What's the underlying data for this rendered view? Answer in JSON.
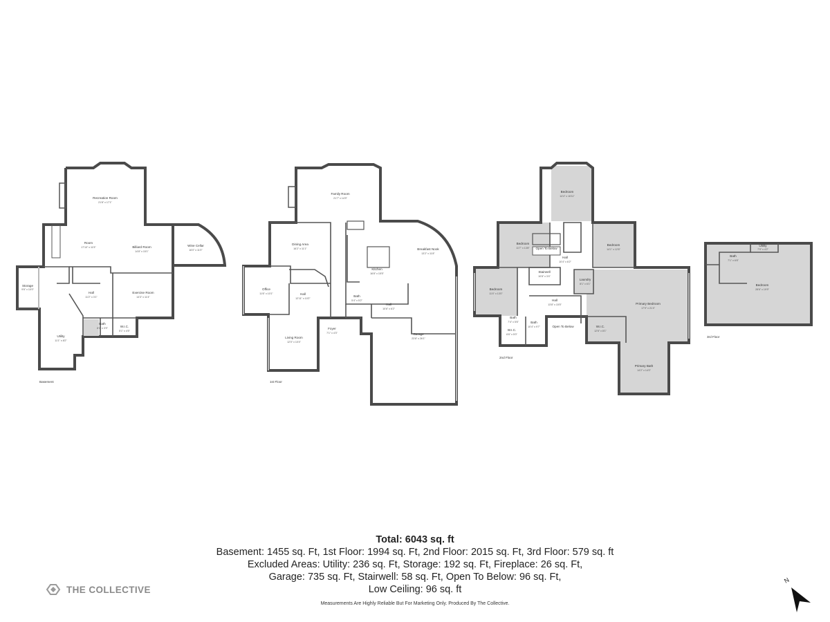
{
  "floors": [
    {
      "label": "Basement",
      "rooms": [
        {
          "name": "Recreation Room",
          "dims": "21'8\" x 17'1\""
        },
        {
          "name": "Room",
          "dims": "17'10\" x 11'5\""
        },
        {
          "name": "Billiard Room",
          "dims": "14'8\" x 15'1\""
        },
        {
          "name": "Wine Cellar",
          "dims": "16'0\" x 11'0\""
        },
        {
          "name": "Storage",
          "dims": "9'6\" x 10'0\""
        },
        {
          "name": "Hall",
          "dims": "11'2\" x 3'1\""
        },
        {
          "name": "Exercise Room",
          "dims": "14'3\" x 11'4\""
        },
        {
          "name": "Utility",
          "dims": "11'1\" x 8'2\""
        },
        {
          "name": "Bath",
          "dims": "8'1\" x 3'9\""
        },
        {
          "name": "W.I.C.",
          "dims": "5'1\" x 4'5\""
        }
      ]
    },
    {
      "label": "1st Floor",
      "rooms": [
        {
          "name": "Family Room",
          "dims": "21'7\" x 14'9\""
        },
        {
          "name": "Dining Area",
          "dims": "16'2\" x 11'1\""
        },
        {
          "name": "Breakfast Nook",
          "dims": "13'2\" x 11'8\""
        },
        {
          "name": "Kitchen",
          "dims": "16'8\" x 15'5\""
        },
        {
          "name": "Office",
          "dims": "11'6\" x 10'1\""
        },
        {
          "name": "Hall",
          "dims": "12'11\" x 10'2\""
        },
        {
          "name": "Living Room",
          "dims": "12'0\" x 10'4\""
        },
        {
          "name": "Foyer",
          "dims": "7'1\" x 4'3\""
        },
        {
          "name": "Garage",
          "dims": "23'8\" x 26'1\""
        },
        {
          "name": "Bath",
          "dims": "5'4\" x 5'2\""
        },
        {
          "name": "Hall",
          "dims": "10'6\" x 6'2\""
        }
      ]
    },
    {
      "label": "2nd Floor",
      "rooms": [
        {
          "name": "Bedroom",
          "dims": "14'4\" x 16'11\""
        },
        {
          "name": "Bedroom",
          "dims": "11'7\" x 13'8\""
        },
        {
          "name": "Bedroom",
          "dims": "14'1\" x 12'6\""
        },
        {
          "name": "Bedroom",
          "dims": "11'4\" x 13'0\""
        },
        {
          "name": "Stairwell",
          "dims": "10'8\" x 3'4\""
        },
        {
          "name": "Hall",
          "dims": "13'8\" x 15'5\""
        },
        {
          "name": "Open To Below",
          "dims": ""
        },
        {
          "name": "Laundry",
          "dims": "8'1\" x 6'1\""
        },
        {
          "name": "Primary Bedroom",
          "dims": "17'9\" x 21'4\""
        },
        {
          "name": "W.I.C.",
          "dims": "12'6\" x 8'1\""
        },
        {
          "name": "Bath",
          "dims": "10'4\" x 9'7\""
        },
        {
          "name": "Bath",
          "dims": "7'4\" x 5'6\""
        },
        {
          "name": "W.I.C.",
          "dims": "6'6\" x 5'0\""
        },
        {
          "name": "Primary Bath",
          "dims": "14'2\" x 14'0\""
        },
        {
          "name": "Hall",
          "dims": "10'4\" x 6'2\""
        },
        {
          "name": "Open To Below",
          "dims": ""
        }
      ]
    },
    {
      "label": "3rd Floor",
      "rooms": [
        {
          "name": "Bath",
          "dims": "7'1\" x 6'8\""
        },
        {
          "name": "Utility",
          "dims": "7'9\" x 4'2\""
        },
        {
          "name": "Bedroom",
          "dims": "28'6\" x 19'9\""
        }
      ]
    }
  ],
  "summary": {
    "total_label": "Total:",
    "total_value": "6043 sq. ft",
    "line1": "Basement: 1455 sq. Ft, 1st Floor: 1994 sq. Ft, 2nd Floor: 2015 sq. Ft, 3rd Floor: 579 sq. ft",
    "line2": "Excluded Areas: Utility: 236 sq. Ft, Storage: 192 sq. Ft, Fireplace: 26 sq. Ft,",
    "line3": "Garage: 735 sq. Ft, Stairwell: 58 sq. Ft, Open To Below: 96 sq. Ft,",
    "line4": "Low Ceiling: 96 sq. ft"
  },
  "disclaimer": "Measurements Are Highly Reliable But For Marketing Only. Produced By The Collective.",
  "brand": {
    "name": "THE COLLECTIVE",
    "icon": "collective-logo-icon"
  },
  "compass": {
    "letter": "N",
    "icon": "north-arrow-icon"
  },
  "colors": {
    "wall": "#4a4a4a",
    "shaded_room": "#d6d6d6",
    "brand_gray": "#8a8a8a"
  }
}
